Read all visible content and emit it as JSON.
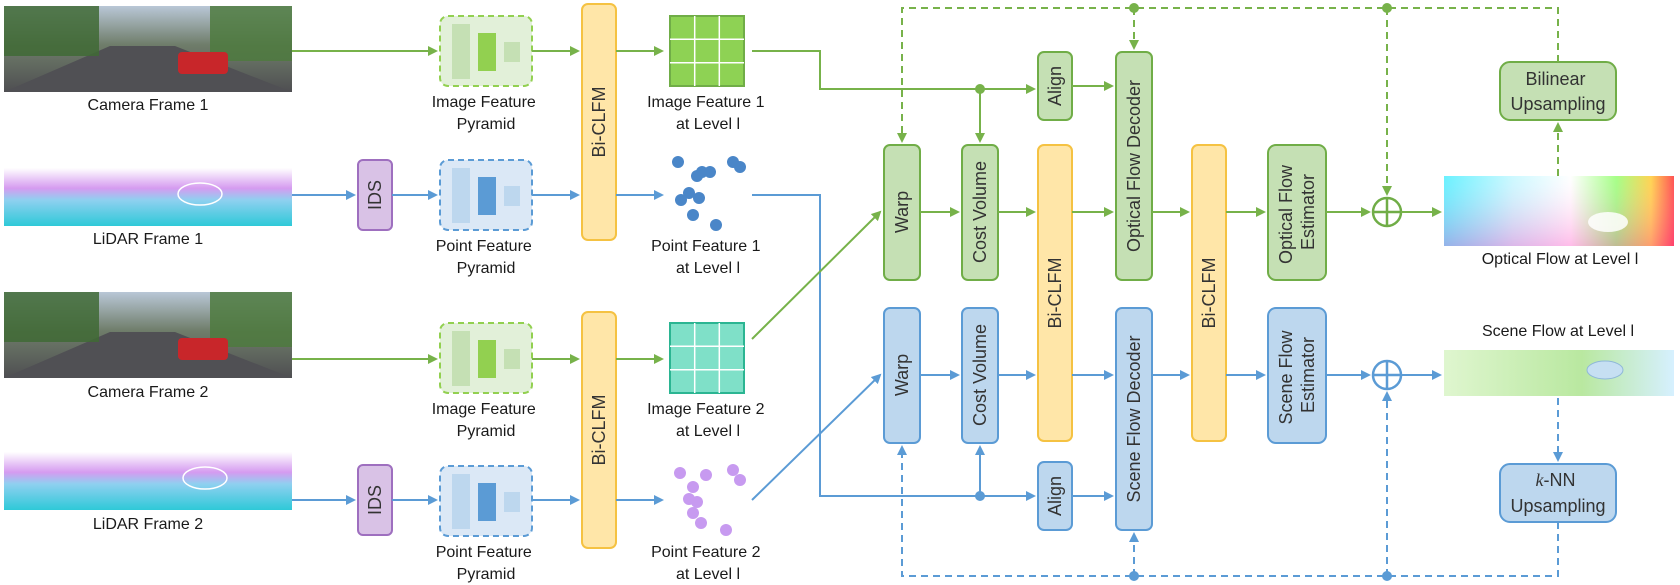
{
  "inputs": {
    "camera1": "Camera Frame 1",
    "lidar1": "LiDAR Frame 1",
    "camera2": "Camera Frame 2",
    "lidar2": "LiDAR Frame 2"
  },
  "modules": {
    "ids": "IDS",
    "biclfm": "Bi-CLFM",
    "warp": "Warp",
    "cost_volume": "Cost Volume",
    "align": "Align",
    "optical_flow_decoder": "Optical Flow Decoder",
    "scene_flow_decoder": "Scene Flow Decoder",
    "optical_flow_estimator": [
      "Optical Flow",
      "Estimator"
    ],
    "scene_flow_estimator": [
      "Scene Flow",
      "Estimator"
    ],
    "bilinear_upsampling": [
      "Bilinear",
      "Upsampling"
    ],
    "knn_upsampling_k": "k",
    "knn_upsampling_rest": "-NN",
    "knn_upsampling_line2": "Upsampling"
  },
  "pyramids": {
    "image1": [
      "Image Feature",
      "Pyramid"
    ],
    "point1": [
      "Point Feature",
      "Pyramid"
    ],
    "image2": [
      "Image Feature",
      "Pyramid"
    ],
    "point2": [
      "Point Feature",
      "Pyramid"
    ]
  },
  "features": {
    "image1": [
      "Image Feature 1",
      "at Level l"
    ],
    "point1": [
      "Point Feature 1",
      "at Level l"
    ],
    "image2": [
      "Image Feature 2",
      "at Level l"
    ],
    "point2": [
      "Point Feature 2",
      "at Level l"
    ]
  },
  "outputs": {
    "optical_flow": "Optical Flow at Level l",
    "scene_flow": "Scene Flow at Level l"
  },
  "colors": {
    "green_fill": "#c5e0b4",
    "green_stroke": "#70ad47",
    "blue_fill": "#bdd7ee",
    "blue_stroke": "#5b9bd5",
    "orange_fill": "#ffe6a8",
    "purple_fill": "#d9c2e6",
    "teal_grid": "#7fe0c8"
  }
}
